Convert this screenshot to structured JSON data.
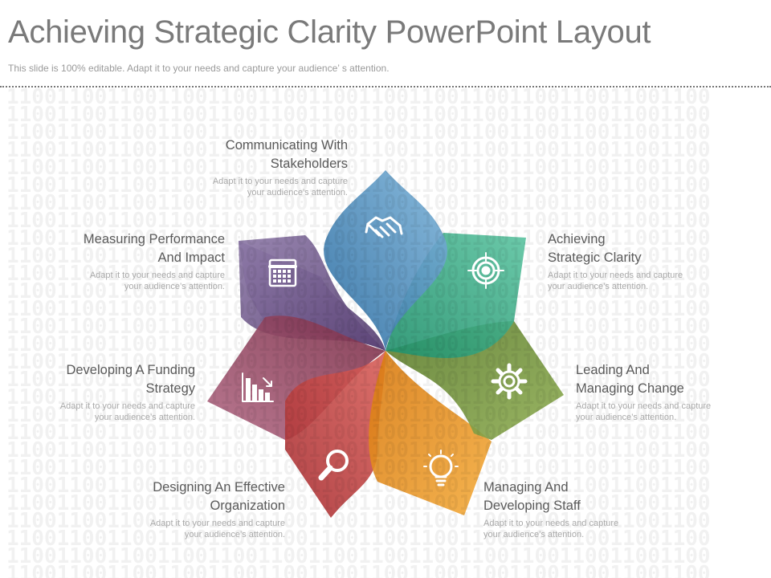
{
  "slide": {
    "title": "Achieving Strategic Clarity PowerPoint Layout",
    "subtitle": "This slide is 100% editable. Adapt it to your needs and capture your audience’ s attention."
  },
  "background": {
    "pattern_text": "11001100110011001100110011001100110011001100110011001100"
  },
  "petals": [
    {
      "id": "communicating",
      "heading_lines": [
        "Communicating With",
        "Stakeholders"
      ],
      "desc_lines": [
        "Adapt it to your needs and capture",
        "your audience’s attention."
      ],
      "color": "#3f88be",
      "icon": "handshake-icon"
    },
    {
      "id": "achieving",
      "heading_lines": [
        "Achieving",
        "Strategic Clarity"
      ],
      "desc_lines": [
        "Adapt it to your needs and capture",
        "your audience’s attention."
      ],
      "color": "#2fa77f",
      "icon": "target-icon"
    },
    {
      "id": "leading",
      "heading_lines": [
        "Leading And",
        "Managing Change"
      ],
      "desc_lines": [
        "Adapt it to your needs and capture",
        "your audience’s  attention."
      ],
      "color": "#6f8f35",
      "icon": "gear-icon"
    },
    {
      "id": "managing",
      "heading_lines": [
        "Managing And",
        "Developing Staff"
      ],
      "desc_lines": [
        "Adapt it to your needs and capture",
        "your audience’s attention."
      ],
      "color": "#e88a14",
      "icon": "lightbulb-icon"
    },
    {
      "id": "designing",
      "heading_lines": [
        "Designing An Effective",
        "Organization"
      ],
      "desc_lines": [
        "Adapt it to your needs and capture",
        "your audience’s attention."
      ],
      "color": "#c94744",
      "icon": "magnifier-icon"
    },
    {
      "id": "funding",
      "heading_lines": [
        "Developing A Funding",
        "Strategy"
      ],
      "desc_lines": [
        "Adapt it to your needs and capture",
        "your audience’s attention."
      ],
      "color": "#8f3a55",
      "icon": "bar-chart-icon"
    },
    {
      "id": "measuring",
      "heading_lines": [
        "Measuring Performance",
        "And Impact"
      ],
      "desc_lines": [
        "Adapt it to your needs and capture",
        "your audience’s attention."
      ],
      "color": "#6d5485",
      "icon": "calendar-icon"
    }
  ]
}
